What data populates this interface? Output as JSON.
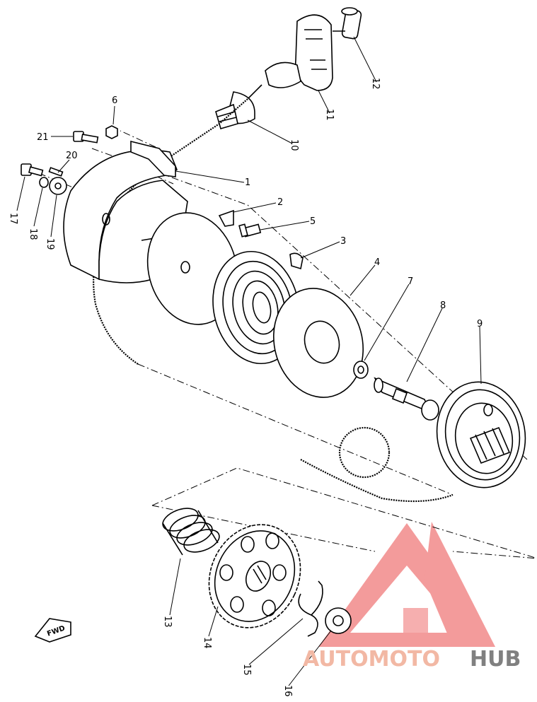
{
  "diagram": {
    "parts": [
      {
        "id": "1",
        "label": "1"
      },
      {
        "id": "2",
        "label": "2"
      },
      {
        "id": "3",
        "label": "3"
      },
      {
        "id": "4",
        "label": "4"
      },
      {
        "id": "5",
        "label": "5"
      },
      {
        "id": "6",
        "label": "6"
      },
      {
        "id": "7",
        "label": "7"
      },
      {
        "id": "8",
        "label": "8"
      },
      {
        "id": "9",
        "label": "9"
      },
      {
        "id": "10",
        "label": "10"
      },
      {
        "id": "11",
        "label": "11"
      },
      {
        "id": "12",
        "label": "12"
      },
      {
        "id": "13",
        "label": "13"
      },
      {
        "id": "14",
        "label": "14"
      },
      {
        "id": "15",
        "label": "15"
      },
      {
        "id": "16",
        "label": "16"
      },
      {
        "id": "17",
        "label": "17"
      },
      {
        "id": "18",
        "label": "18"
      },
      {
        "id": "19",
        "label": "19"
      },
      {
        "id": "20",
        "label": "20"
      },
      {
        "id": "21",
        "label": "21"
      }
    ],
    "direction_marker": "FWD"
  },
  "watermark": {
    "text_left": "AUTOMOTO",
    "text_right": "HUB",
    "colors": {
      "logo": "#f07a7a",
      "left_text": "#f2b8a4",
      "right_text": "#808080"
    }
  }
}
